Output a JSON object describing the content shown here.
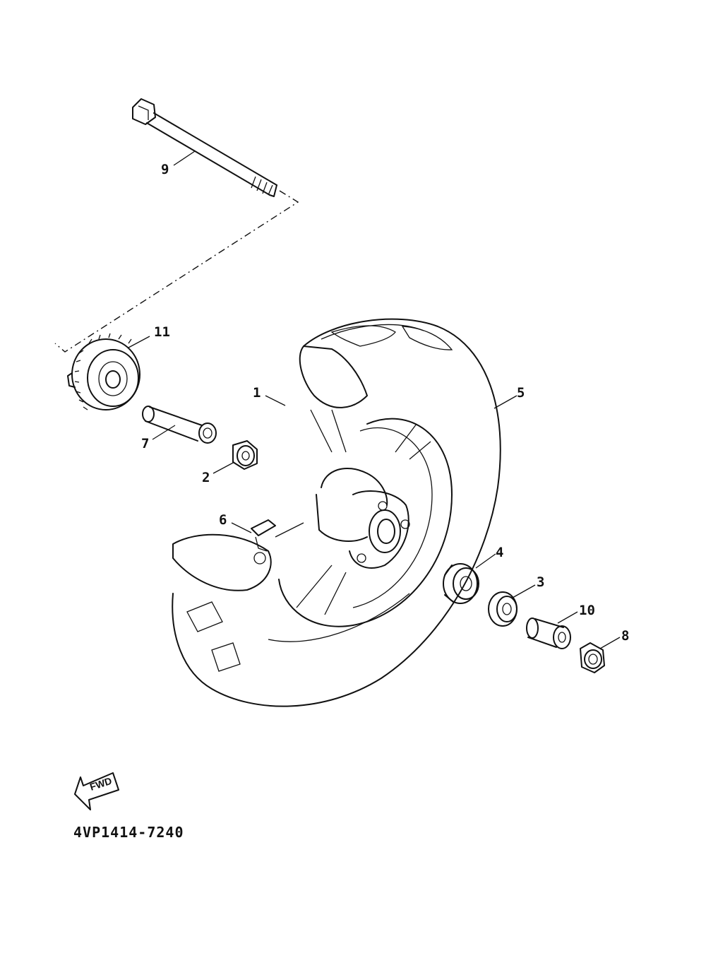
{
  "catalog_code": "4VP1414-7240",
  "fwd_label": "FWD",
  "callouts": {
    "c1": "1",
    "c2": "2",
    "c3": "3",
    "c4": "4",
    "c5": "5",
    "c6": "6",
    "c7": "7",
    "c8": "8",
    "c9": "9",
    "c10": "10",
    "c11": "11"
  }
}
